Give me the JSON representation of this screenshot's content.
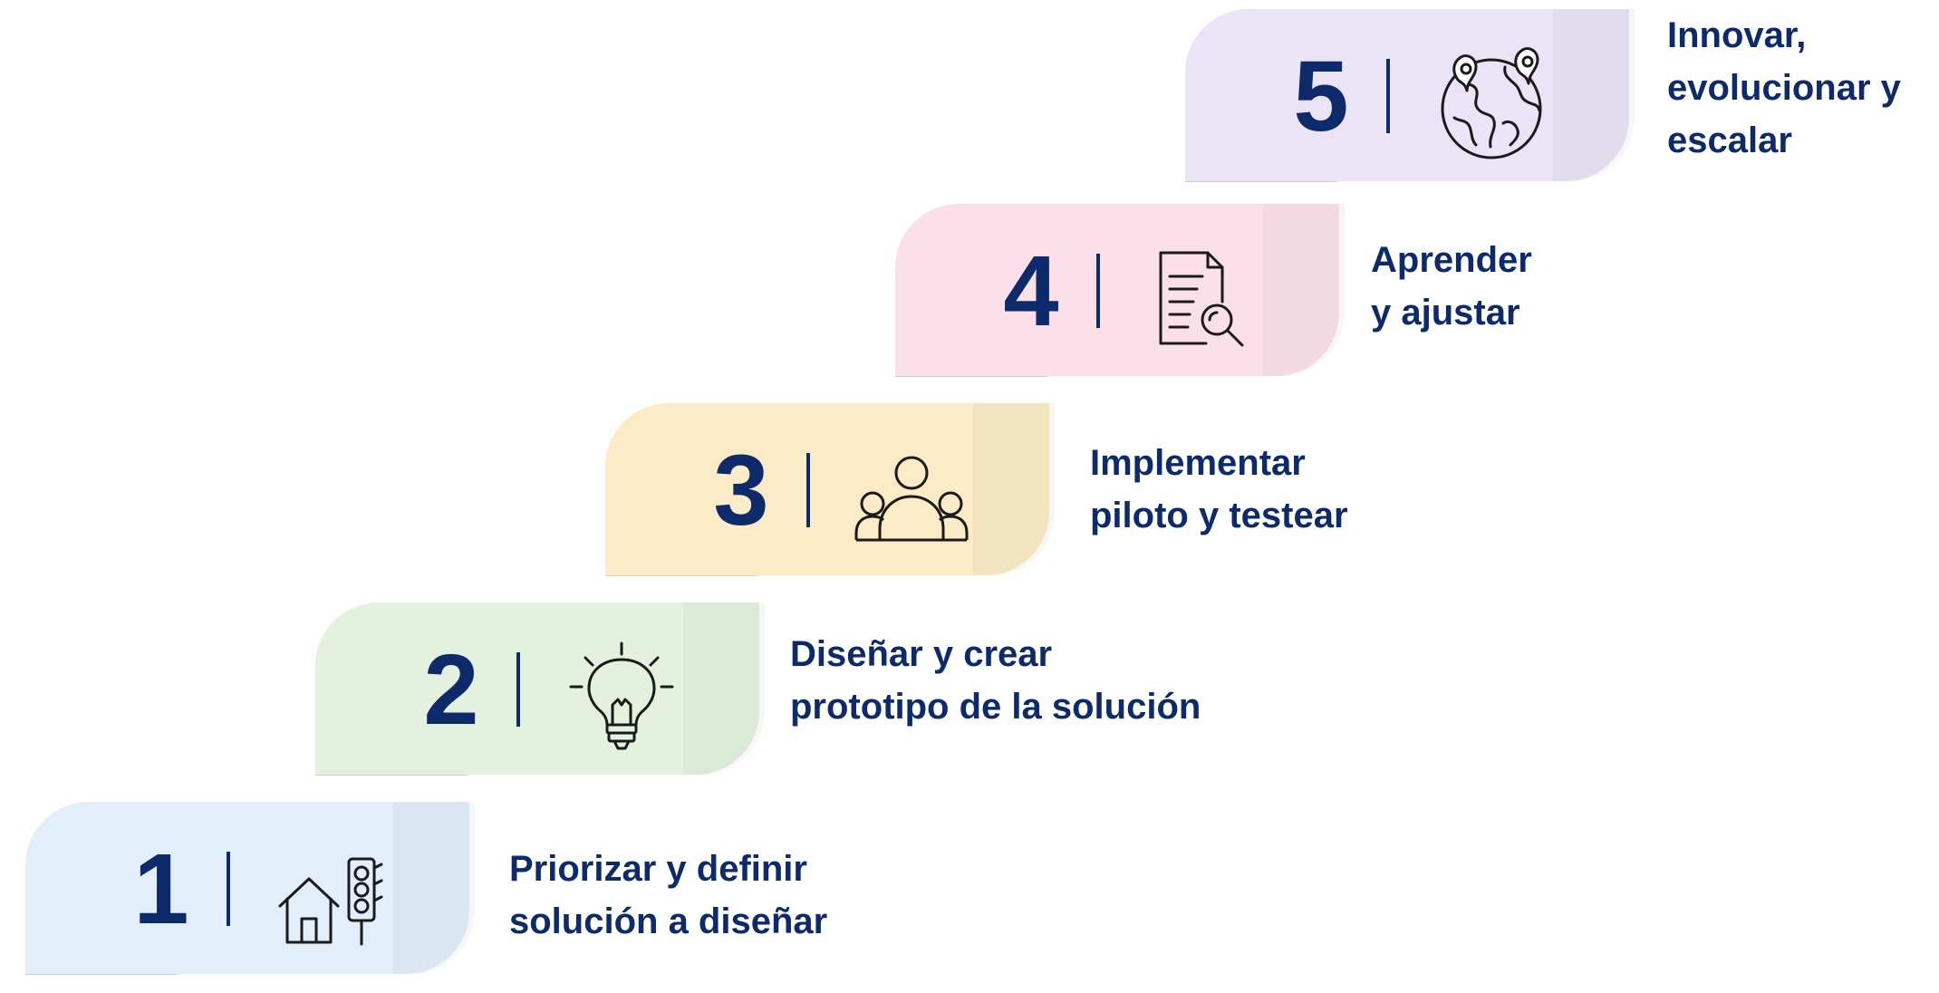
{
  "steps": [
    {
      "number": "1",
      "lines": [
        "Priorizar y definir",
        "solución a diseñar"
      ],
      "icon": "house-traffic-light-icon",
      "color": "#e3eefb",
      "fold": "#bfc9d4"
    },
    {
      "number": "2",
      "lines": [
        "Diseñar y crear",
        "prototipo de la solución"
      ],
      "icon": "lightbulb-icon",
      "color": "#e3f1de",
      "fold": "#c2cbbd"
    },
    {
      "number": "3",
      "lines": [
        "Implementar",
        "piloto y testear"
      ],
      "icon": "people-group-icon",
      "color": "#fbecc7",
      "fold": "#d8cbaa"
    },
    {
      "number": "4",
      "lines": [
        "Aprender",
        "y ajustar"
      ],
      "icon": "document-search-icon",
      "color": "#fbe0ea",
      "fold": "#d6bcc6"
    },
    {
      "number": "5",
      "lines": [
        "Innovar,",
        "evolucionar y",
        "escalar"
      ],
      "icon": "globe-location-icon",
      "color": "#ebe4f6",
      "fold": "#c9c2d6"
    }
  ],
  "colors": {
    "text": "#0d2a6b",
    "icon_stroke": "#1a1a1a"
  }
}
